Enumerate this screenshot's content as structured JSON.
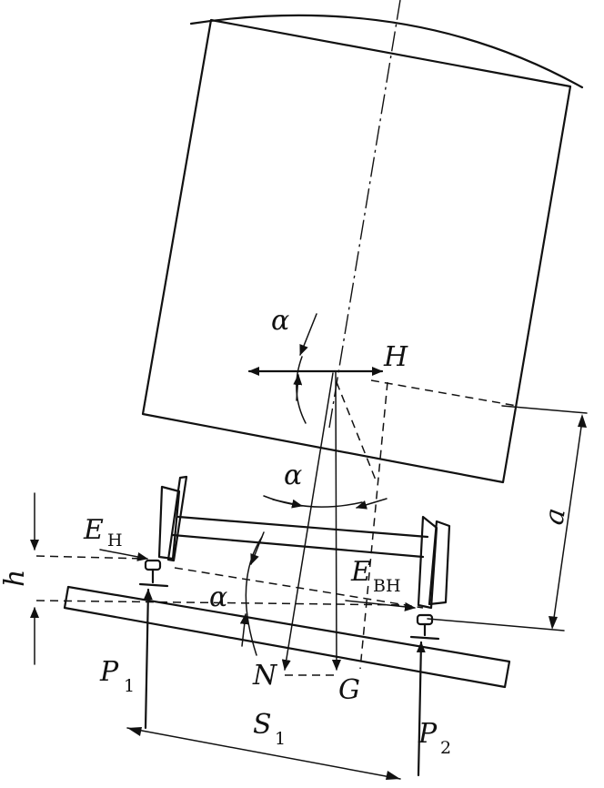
{
  "labels": {
    "alpha_top": "α",
    "alpha_mid": "α",
    "alpha_low": "α",
    "H": "H",
    "E_H_main": "E",
    "E_H_sub": "H",
    "E_BH_main": "E",
    "E_BH_sub": "BH",
    "a": "a",
    "h": "h",
    "N": "N",
    "G": "G",
    "P1_main": "P",
    "P1_sub": "1",
    "P2_main": "P",
    "P2_sub": "2",
    "S1_main": "S",
    "S1_sub": "1"
  }
}
